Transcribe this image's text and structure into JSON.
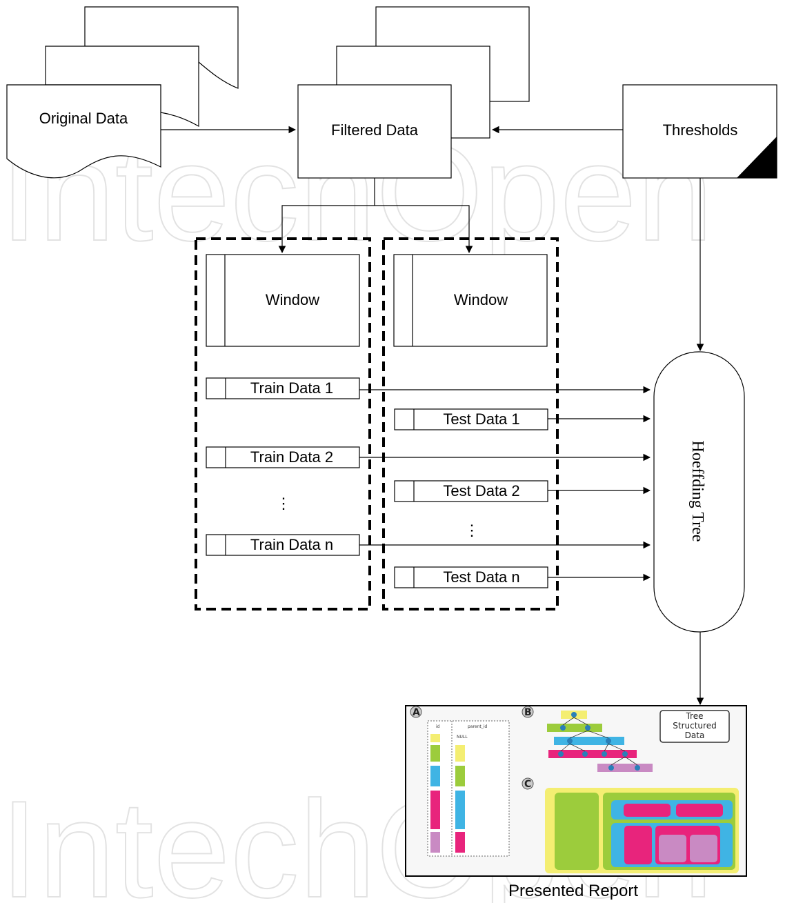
{
  "watermark": "IntechOpen",
  "nodes": {
    "original_data": "Original Data",
    "filtered_data": "Filtered Data",
    "thresholds": "Thresholds",
    "window_left": "Window",
    "window_right": "Window",
    "train_1": "Train Data 1",
    "train_2": "Train Data 2",
    "train_n": "Train Data n",
    "test_1": "Test Data 1",
    "test_2": "Test Data 2",
    "test_n": "Test Data n",
    "ellipsis": "⋮",
    "hoeffding": "Hoeffding Tree",
    "report_caption": "Presented Report"
  },
  "report": {
    "panel_a": "A",
    "panel_b": "B",
    "panel_c": "C",
    "col_id": "id",
    "col_parent": "parent_id",
    "null_value": "NULL",
    "legend_box": [
      "Tree",
      "Structured",
      "Data"
    ],
    "colors": {
      "yellow": "#f4ee72",
      "green": "#9ccc3c",
      "blue": "#3fb4e4",
      "pink": "#e8247c",
      "purple": "#c98ac3"
    }
  }
}
